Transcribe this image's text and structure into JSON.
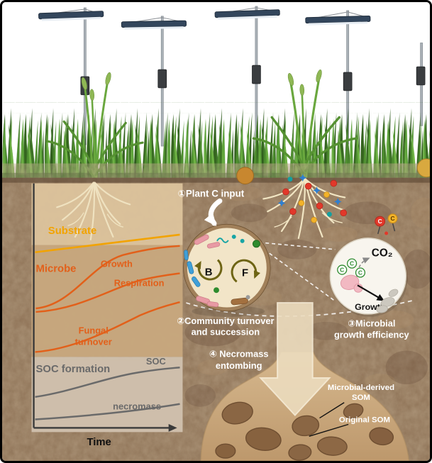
{
  "process_labels": {
    "step1": "①Plant C input",
    "step2_line1": "②Community turnover",
    "step2_line2": "and succession",
    "step3_line1": "③Microbial",
    "step3_line2": "growth efficiency",
    "step4_line1": "④ Necromass",
    "step4_line2": "entombing"
  },
  "som_labels": {
    "microbial_line1": "Microbial-derived",
    "microbial_line2": "SOM",
    "original": "Original SOM"
  },
  "community_dish": {
    "bacteria": "B",
    "fungi": "F"
  },
  "efficiency_circle": {
    "co2": "CO₂",
    "growth": "Growth",
    "carbon": "C"
  },
  "molecule_labels": {
    "carbon": "C"
  },
  "chart": {
    "substrate": "Substrate",
    "microbe": "Microbe",
    "growth": "Growth",
    "respiration": "Respiration",
    "fungal_line1": "Fungal",
    "fungal_line2": "turnover",
    "soc_formation": "SOC formation",
    "soc": "SOC",
    "necromass": "necromass",
    "time": "Time"
  },
  "colors": {
    "substrate_line": "#F2A300",
    "microbe_line": "#E2601A",
    "soc_line": "#6A6A6A",
    "soil": "#826448",
    "panel_substrate": "#DCC39C",
    "panel_microbe": "#C8A87E",
    "panel_soc": "#CFC0AD",
    "aggregate_pile": "#C9A87E",
    "som_blob": "#8A6644",
    "grass_dark": "#3F7228",
    "grass_light": "#61A83C"
  },
  "chart_data": {
    "type": "line",
    "xlabel": "Time",
    "panels": [
      {
        "panel_label": "Substrate",
        "series": [
          {
            "name": "Substrate",
            "color": "#F2A300",
            "normalized_values": [
              0.3,
              0.35,
              0.42,
              0.5,
              0.58
            ]
          }
        ]
      },
      {
        "panel_label": "Microbe",
        "series": [
          {
            "name": "Growth",
            "color": "#E2601A",
            "normalized_values": [
              0.1,
              0.18,
              0.55,
              0.85,
              0.92
            ]
          },
          {
            "name": "Respiration",
            "color": "#E2601A",
            "normalized_values": [
              0.08,
              0.14,
              0.35,
              0.6,
              0.68
            ]
          },
          {
            "name": "Fungal turnover",
            "color": "#E2601A",
            "normalized_values": [
              0.03,
              0.08,
              0.22,
              0.42,
              0.52
            ]
          }
        ]
      },
      {
        "panel_label": "SOC formation",
        "series": [
          {
            "name": "SOC",
            "color": "#6A6A6A",
            "normalized_values": [
              0.1,
              0.2,
              0.38,
              0.52,
              0.58
            ]
          },
          {
            "name": "necromass",
            "color": "#6A6A6A",
            "normalized_values": [
              0.05,
              0.1,
              0.18,
              0.28,
              0.36
            ]
          }
        ]
      }
    ]
  }
}
